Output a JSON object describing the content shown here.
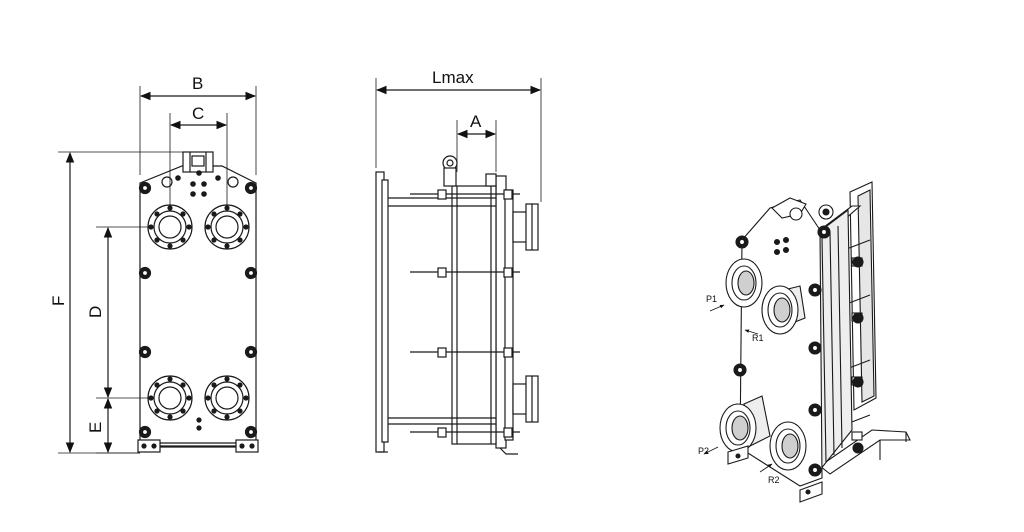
{
  "front_view": {
    "labels": {
      "width": "B",
      "port_spacing": "C",
      "height": "F",
      "port_vertical": "D",
      "bottom_offset": "E"
    }
  },
  "side_view": {
    "labels": {
      "length": "Lmax",
      "offset": "A"
    }
  },
  "iso_view": {
    "ports": {
      "p1": "P1",
      "r1": "R1",
      "p2": "P2",
      "r2": "R2"
    }
  },
  "colors": {
    "line": "#1a1a1a",
    "shade": "#d6d6d6",
    "light": "#efefef"
  }
}
